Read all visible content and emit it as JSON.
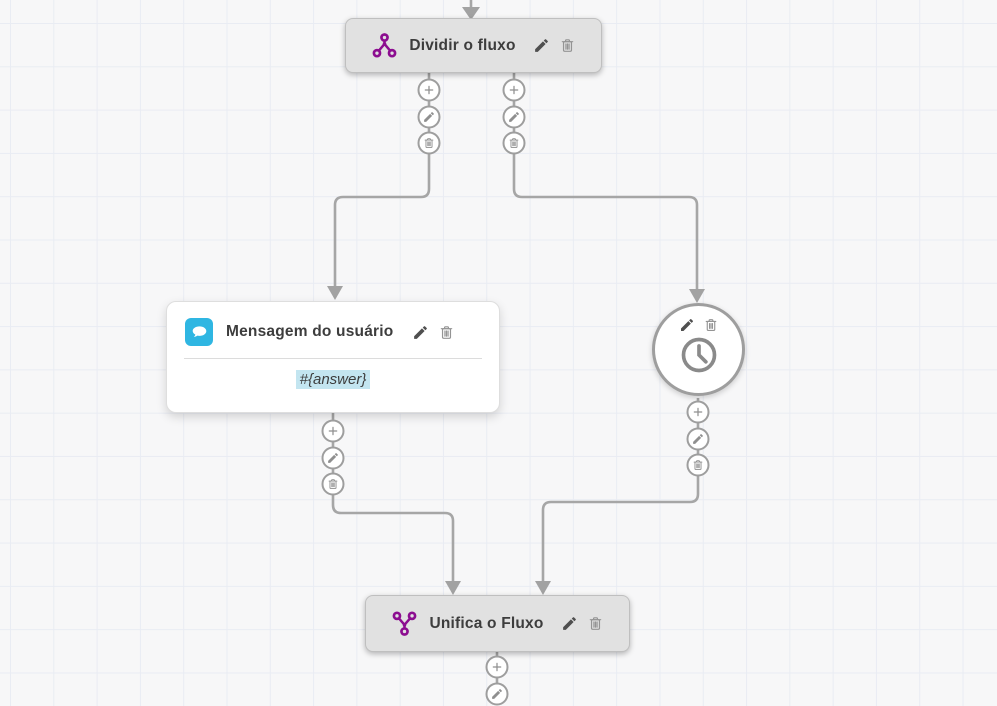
{
  "canvas": {
    "background_color": "#f7f7f8",
    "grid_line_color": "#e9ecf3",
    "connector_color": "#a6a6a6",
    "accent_purple": "#8c0d90",
    "accent_cyan": "#2fb6e2",
    "variable_highlight_color": "#c3e5f0"
  },
  "flow": {
    "split_node": {
      "title": "Dividir o fluxo",
      "icon": "split-icon",
      "actions": [
        {
          "name": "edit",
          "icon": "pencil-icon"
        },
        {
          "name": "delete",
          "icon": "trash-icon"
        }
      ]
    },
    "user_message_node": {
      "title": "Mensagem do usuário",
      "icon": "chat-bubble-icon",
      "body": "#{answer}",
      "actions": [
        {
          "name": "edit",
          "icon": "pencil-icon"
        },
        {
          "name": "delete",
          "icon": "trash-icon"
        }
      ]
    },
    "timer_node": {
      "icon": "clock-icon",
      "actions": [
        {
          "name": "edit",
          "icon": "pencil-icon"
        },
        {
          "name": "delete",
          "icon": "trash-icon"
        }
      ]
    },
    "merge_node": {
      "title": "Unifica o Fluxo",
      "icon": "merge-icon",
      "actions": [
        {
          "name": "edit",
          "icon": "pencil-icon"
        },
        {
          "name": "delete",
          "icon": "trash-icon"
        }
      ]
    },
    "port_menu_buttons": [
      {
        "name": "add",
        "icon": "plus-icon"
      },
      {
        "name": "edit",
        "icon": "pencil-icon"
      },
      {
        "name": "delete",
        "icon": "trash-icon"
      }
    ]
  }
}
